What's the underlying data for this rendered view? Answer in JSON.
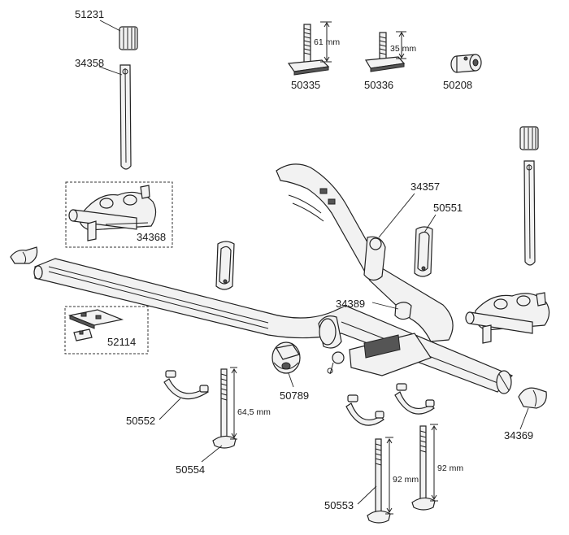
{
  "parts": {
    "p51231": "51231",
    "p34358": "34358",
    "p50335": "50335",
    "p50336": "50336",
    "p50208": "50208",
    "p34357": "34357",
    "p50551": "50551",
    "p34368": "34368",
    "p34389": "34389",
    "p52114": "52114",
    "p50789": "50789",
    "p50552": "50552",
    "p50554": "50554",
    "p34369": "34369",
    "p50553": "50553"
  },
  "dimensions": {
    "d61": "61 mm",
    "d35": "35 mm",
    "d645": "64,5 mm",
    "d92a": "92 mm",
    "d92b": "92 mm"
  }
}
